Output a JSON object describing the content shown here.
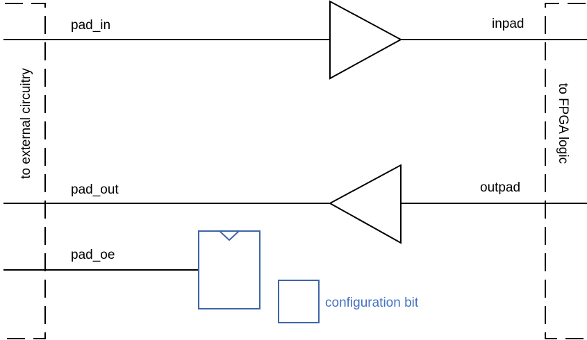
{
  "signals": {
    "pad_in": "pad_in",
    "inpad": "inpad",
    "pad_out": "pad_out",
    "outpad": "outpad",
    "pad_oe": "pad_oe"
  },
  "sides": {
    "left": "to external circuitry",
    "right": "to FPGA logic"
  },
  "legend": {
    "config_bit": "configuration bit"
  },
  "colors": {
    "line": "#000000",
    "config": "#4472c4"
  }
}
